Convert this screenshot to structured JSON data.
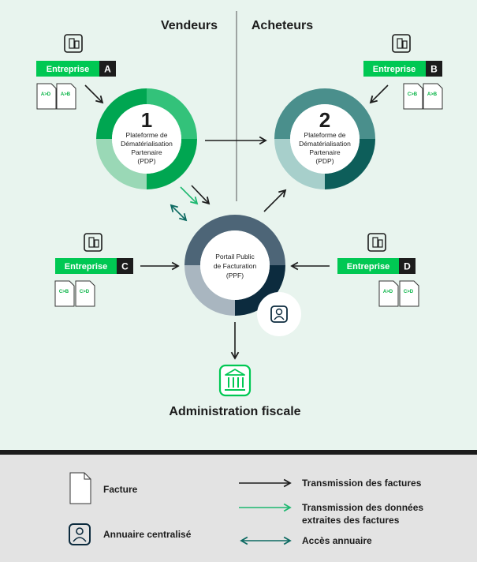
{
  "headers": {
    "left": "Vendeurs",
    "right": "Acheteurs"
  },
  "enterprises": {
    "a": {
      "label": "Entreprise",
      "letter": "A",
      "docs": [
        "A>D",
        "A>B"
      ]
    },
    "b": {
      "label": "Entreprise",
      "letter": "B",
      "docs": [
        "C>B",
        "A>B"
      ]
    },
    "c": {
      "label": "Entreprise",
      "letter": "C",
      "docs": [
        "C>B",
        "C>D"
      ]
    },
    "d": {
      "label": "Entreprise",
      "letter": "D",
      "docs": [
        "A>D",
        "C>D"
      ]
    }
  },
  "pdp1": {
    "number": "1",
    "lines": [
      "Plateforme de",
      "Dématérialisation",
      "Partenaire",
      "(PDP)"
    ]
  },
  "pdp2": {
    "number": "2",
    "lines": [
      "Plateforme de",
      "Dématérialisation",
      "Partenaire",
      "(PDP)"
    ]
  },
  "ppf": {
    "lines": [
      "Portail Public",
      "de Facturation",
      "(PPF)"
    ]
  },
  "administration": "Administration fiscale",
  "legend": {
    "facture": "Facture",
    "annuaire": "Annuaire centralisé",
    "transmission_factures": "Transmission des factures",
    "transmission_donnees_1": "Transmission des données",
    "transmission_donnees_2": "extraites des factures",
    "acces_annuaire": "Accès annuaire"
  },
  "colors": {
    "background": "#e8f4ee",
    "accent_green": "#00c853",
    "dark": "#1c1c1c",
    "pdp1_ring": [
      "#00a651",
      "#33c27a",
      "#9ad8b6"
    ],
    "pdp2_ring": [
      "#0d5e5a",
      "#4a8f8c",
      "#a7cfcb"
    ],
    "ppf_ring": [
      "#0c2b3e",
      "#4d6577",
      "#a9b6c0"
    ],
    "data_arrow": "#1db870",
    "annuaire_arrow": "#0d6a62"
  }
}
